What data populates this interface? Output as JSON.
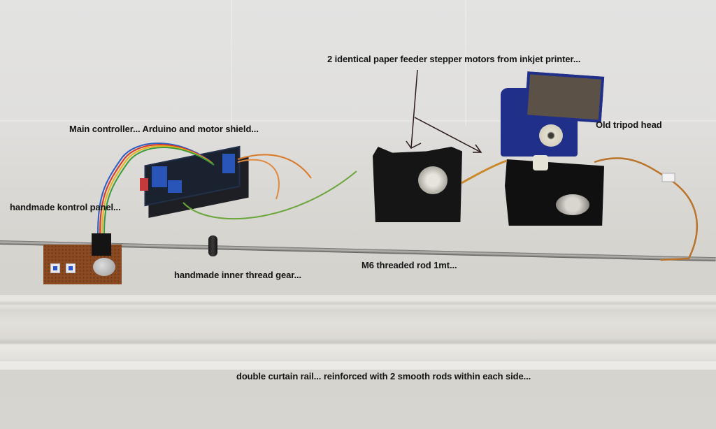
{
  "scene": {
    "description": "Photo of a DIY motorized camera slider build laid out on a white sheet, with annotated component labels",
    "colors": {
      "background": "#dedcd8",
      "label_text": "#141414",
      "tripod_blue": "#1f2f8a",
      "pcb_brown": "#8a4a22",
      "motor_black": "#151515"
    }
  },
  "annotations": {
    "stepper_motors": "2 identical paper feeder stepper motors from inkjet printer...",
    "main_controller": "Main controller... Arduino and motor shield...",
    "tripod_head": "Old tripod head",
    "control_panel": "handmade kontrol panel...",
    "gear": "handmade inner thread gear...",
    "threaded_rod": "M6 threaded rod 1mt...",
    "curtain_rail": "double curtain rail... reinforced with 2 smooth rods within each side..."
  }
}
